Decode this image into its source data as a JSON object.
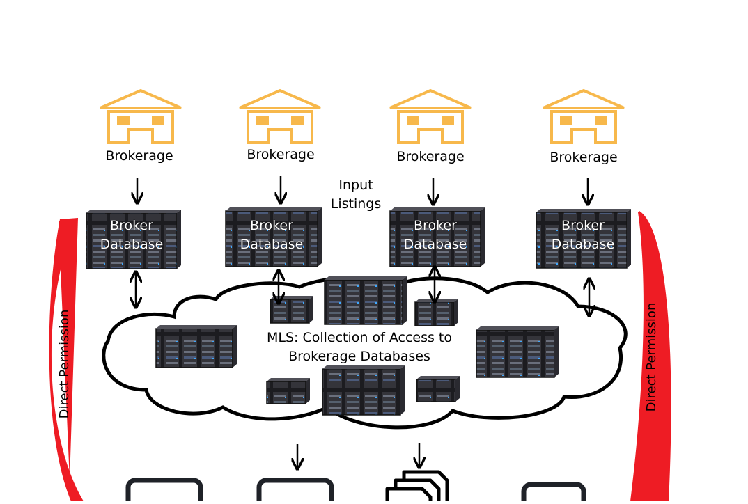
{
  "brokerages": [
    {
      "label": "Brokerage",
      "db_label": [
        "Broker",
        "Database"
      ]
    },
    {
      "label": "Brokerage",
      "db_label": [
        "Broker",
        "Database"
      ]
    },
    {
      "label": "Brokerage",
      "db_label": [
        "Broker",
        "Database"
      ]
    },
    {
      "label": "Brokerage",
      "db_label": [
        "Broker",
        "Database"
      ]
    }
  ],
  "input_label": [
    "Input",
    "Listings"
  ],
  "cloud_label": [
    "MLS: Collection of Access to",
    "Brokerage Databases"
  ],
  "side_labels": {
    "left": "Direct Permission",
    "right": "Direct Permission"
  },
  "colors": {
    "house": "#f7b84b",
    "house_window": "#f7b84b",
    "arc": "#ee1c24",
    "server": "#2a2a2e",
    "ink": "#000000"
  },
  "icons": {
    "house": "house-icon",
    "server": "server-rack-icon",
    "cloud": "cloud-icon",
    "device": "monitor-icon",
    "documents": "documents-stack-icon"
  }
}
